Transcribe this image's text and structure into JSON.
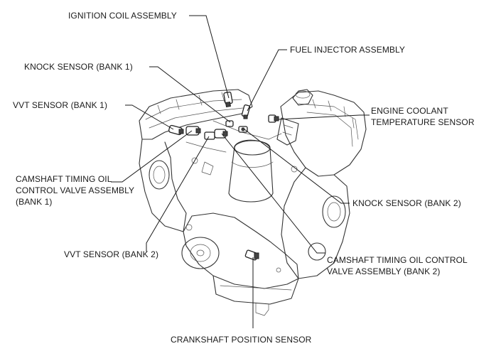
{
  "labels": {
    "ignition_coil": "IGNITION COIL ASSEMBLY",
    "fuel_injector": "FUEL INJECTOR ASSEMBLY",
    "knock_sensor_bank1": "KNOCK SENSOR  (BANK 1)",
    "vvt_sensor_bank1": "VVT SENSOR  (BANK 1)",
    "engine_coolant_line1": "ENGINE COOLANT",
    "engine_coolant_line2": "TEMPERATURE SENSOR",
    "camshaft_ocv_bank1_line1": "CAMSHAFT TIMING OIL",
    "camshaft_ocv_bank1_line2": "CONTROL VALVE ASSEMBLY",
    "camshaft_ocv_bank1_line3": "(BANK 1)",
    "knock_sensor_bank2": "KNOCK SENSOR (BANK 2)",
    "vvt_sensor_bank2": "VVT SENSOR  (BANK 2)",
    "camshaft_ocv_bank2_line1": "CAMSHAFT TIMING OIL CONTROL",
    "camshaft_ocv_bank2_line2": "VALVE ASSEMBLY  (BANK 2)",
    "crankshaft_position_sensor": "CRANKSHAFT POSITION SENSOR"
  }
}
